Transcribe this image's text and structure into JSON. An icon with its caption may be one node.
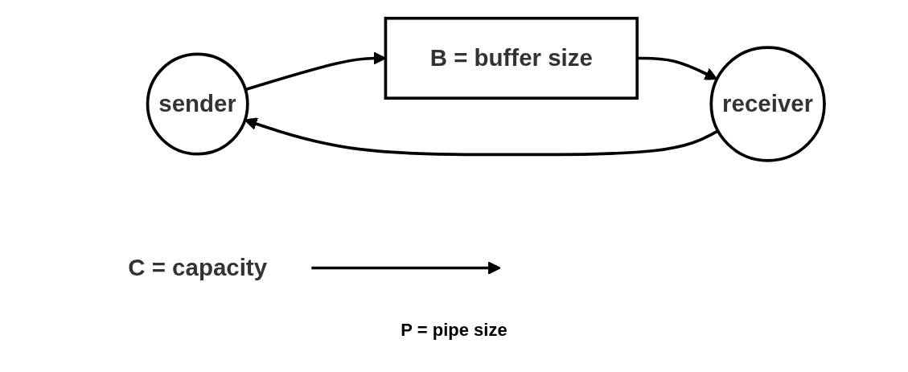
{
  "diagram": {
    "nodes": [
      {
        "text": [
          "sender"
        ]
      },
      {
        "text": [
          "B = buffer size"
        ]
      },
      {
        "text": [
          "receiver"
        ]
      },
      {
        "text": [
          "C = capacity"
        ]
      }
    ],
    "edges": [
      {
        "from": 0,
        "to": 1,
        "arrow": "to"
      },
      {
        "from": 1,
        "to": 2,
        "arrow": "to"
      },
      {
        "from": 2,
        "to": 0,
        "arrow": "to"
      },
      {
        "from": 3,
        "to": null,
        "arrow": "to"
      }
    ],
    "labels": [
      "P = pipe size"
    ]
  }
}
